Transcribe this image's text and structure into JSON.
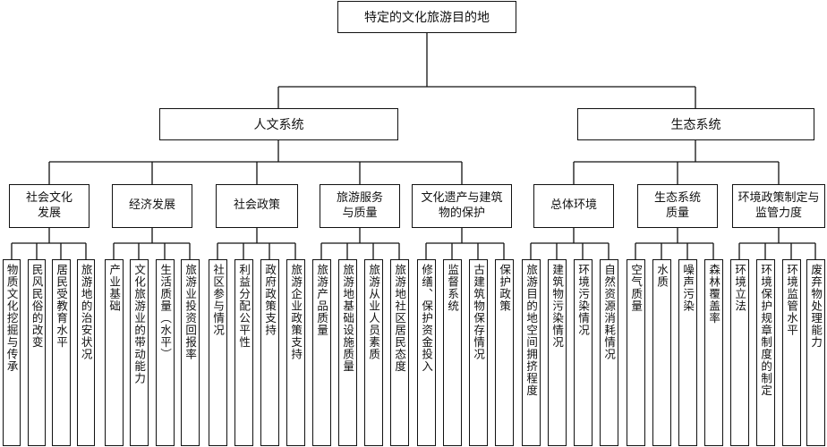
{
  "root": {
    "label": "特定的文化旅游目的地"
  },
  "systems": [
    {
      "label": "人文系统",
      "categories": [
        {
          "label": "社会文化发展",
          "leaves": [
            "物质文化挖掘与传承",
            "民风民俗的改变",
            "居民受教育水平",
            "旅游地的治安状况"
          ]
        },
        {
          "label": "经济发展",
          "leaves": [
            "产业基础",
            "文化旅游业的带动能力",
            "生活质量（水平）",
            "旅游业投资回报率"
          ]
        },
        {
          "label": "社会政策",
          "leaves": [
            "社区参与情况",
            "利益分配公平性",
            "政府政策支持",
            "旅游企业政策支持"
          ]
        },
        {
          "label": "旅游服务与质量",
          "leaves": [
            "旅游产品质量",
            "旅游地基础设施质量",
            "旅游从业人员素质",
            "旅游地社区居民态度"
          ]
        },
        {
          "label": "文化遗产与建筑物的保护",
          "leaves": [
            "修缮、保护资金投入",
            "监督系统",
            "古建筑物保存情况",
            "保护政策"
          ]
        }
      ]
    },
    {
      "label": "生态系统",
      "categories": [
        {
          "label": "总体环境",
          "leaves": [
            "旅游目的地空间拥挤程度",
            "建筑物污染情况",
            "环境污染情况",
            "自然资源消耗情况"
          ]
        },
        {
          "label": "生态系统质量",
          "leaves": [
            "空气质量",
            "水质",
            "噪声污染",
            "森林覆盖率"
          ]
        },
        {
          "label": "环境政策制定与监管力度",
          "leaves": [
            "环境立法",
            "环境保护规章制度的制定",
            "环境监管水平",
            "废弃物处理能力"
          ]
        }
      ]
    }
  ]
}
